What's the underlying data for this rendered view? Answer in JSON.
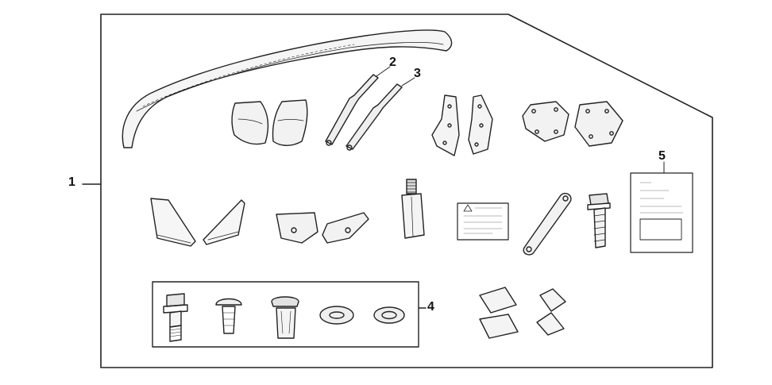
{
  "callouts": {
    "c1": "1",
    "c2": "2",
    "c3": "3",
    "c4": "4",
    "c5": "5"
  },
  "colors": {
    "line": "#222222",
    "shade": "#d8d8d8",
    "background": "#ffffff"
  }
}
